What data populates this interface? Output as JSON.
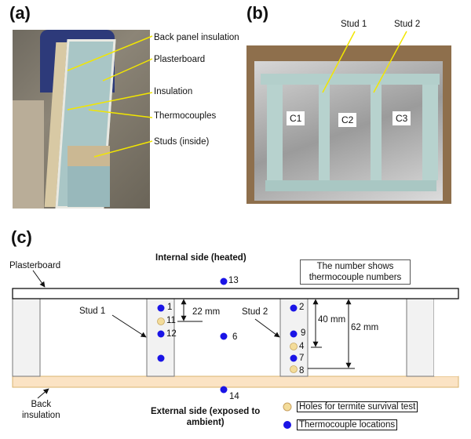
{
  "panels": {
    "a": {
      "label": "(a)",
      "callouts": [
        "Back panel insulation",
        "Plasterboard",
        "Insulation",
        "Thermocouples",
        "Studs (inside)"
      ]
    },
    "b": {
      "label": "(b)",
      "studs": [
        "Stud 1",
        "Stud 2"
      ],
      "cavities": [
        "C1",
        "C2",
        "C3"
      ]
    },
    "c": {
      "label": "(c)",
      "internal_side": "Internal side (heated)",
      "external_side_line1": "External side (exposed to",
      "external_side_line2": "ambient)",
      "plasterboard": "Plasterboard",
      "back_insulation_line1": "Back",
      "back_insulation_line2": "insulation",
      "stud1": "Stud 1",
      "stud2": "Stud 2",
      "note_line1": "The number shows",
      "note_line2": "thermocouple numbers",
      "dim_22": "22 mm",
      "dim_40": "40 mm",
      "dim_62": "62 mm",
      "points": {
        "tc13": "13",
        "tc1": "1",
        "tc11": "11",
        "tc12": "12",
        "tc6": "6",
        "tc2": "2",
        "tc9": "9",
        "tc4": "4",
        "tc7": "7",
        "tc8": "8",
        "tc14": "14"
      },
      "legend": {
        "holes": "Holes for termite survival test",
        "thermocouples": "Thermocouple locations"
      },
      "colors": {
        "thermocouple": "#1a14e6",
        "hole": "#f3dc9a",
        "back_insulation": "#fbe3c4",
        "stud_fill": "#f2f2f2"
      }
    }
  }
}
